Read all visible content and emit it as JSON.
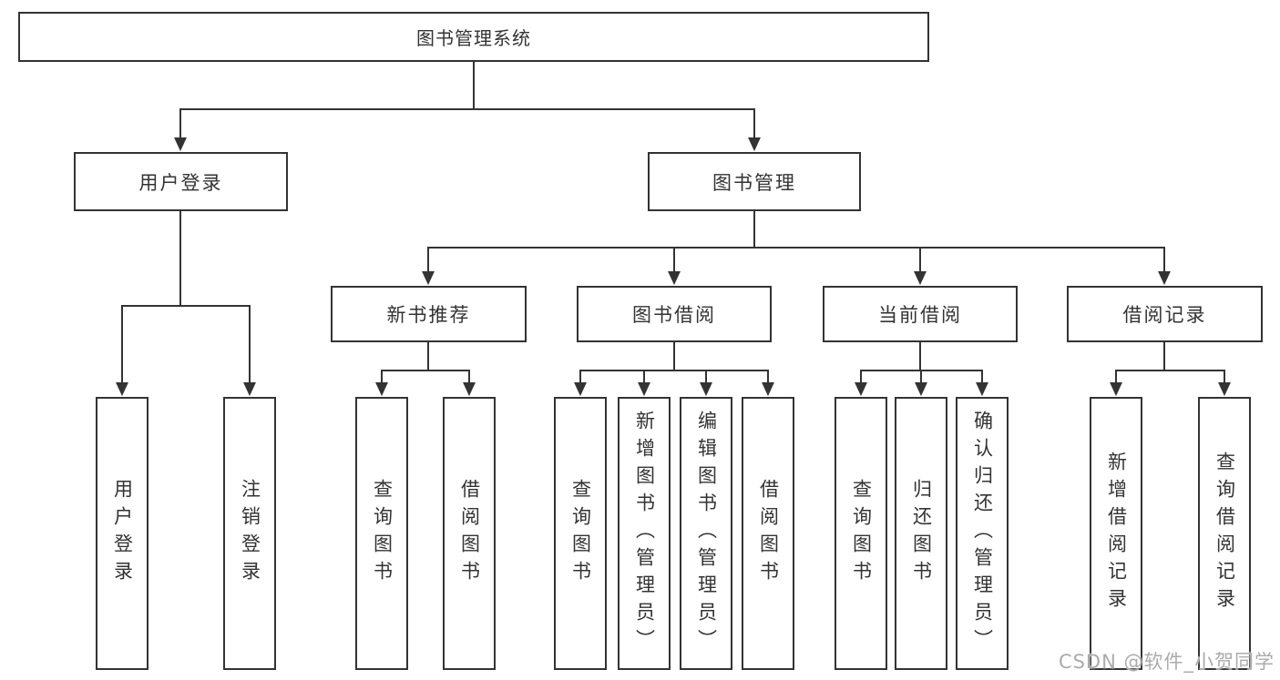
{
  "diagram": {
    "root": {
      "label": "图书管理系统"
    },
    "branches": [
      {
        "label": "用户登录",
        "children": [
          {
            "label": "用户登录"
          },
          {
            "label": "注销登录"
          }
        ]
      },
      {
        "label": "图书管理",
        "children": [
          {
            "label": "新书推荐",
            "children": [
              {
                "label": "查询图书"
              },
              {
                "label": "借阅图书"
              }
            ]
          },
          {
            "label": "图书借阅",
            "children": [
              {
                "label": "查询图书"
              },
              {
                "label": "新增图书（管理员）"
              },
              {
                "label": "编辑图书（管理员）"
              },
              {
                "label": "借阅图书"
              }
            ]
          },
          {
            "label": "当前借阅",
            "children": [
              {
                "label": "查询图书"
              },
              {
                "label": "归还图书"
              },
              {
                "label": "确认归还（管理员）"
              }
            ]
          },
          {
            "label": "借阅记录",
            "children": [
              {
                "label": "新增借阅记录"
              },
              {
                "label": "查询借阅记录"
              }
            ]
          }
        ]
      }
    ]
  },
  "watermark": {
    "text": "CSDN @软件_小贺同学"
  },
  "colors": {
    "line": "#333333",
    "box_border": "#333333",
    "text": "#333333",
    "watermark": "#ababab",
    "background": "#ffffff"
  }
}
